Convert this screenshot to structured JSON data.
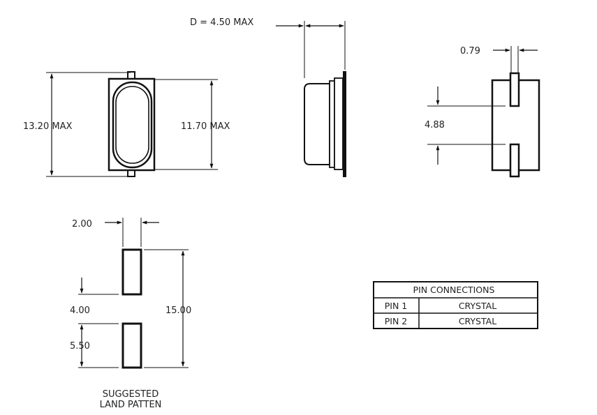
{
  "top_view": {
    "height_label": "13.20 MAX",
    "body_label": "11.70 MAX"
  },
  "side_view": {
    "depth_label": "D = 4.50 MAX"
  },
  "end_view": {
    "pin_width_label": "0.79",
    "pin_gap_label": "4.88"
  },
  "land_pattern": {
    "pad_width_label": "2.00",
    "pad_gap_label": "4.00",
    "total_label": "15.00",
    "pad_length_label": "5.50",
    "caption_line1": "SUGGESTED",
    "caption_line2": "LAND PATTEN"
  },
  "pin_table": {
    "title": "PIN CONNECTIONS",
    "rows": [
      {
        "pin": "PIN 1",
        "function": "CRYSTAL"
      },
      {
        "pin": "PIN 2",
        "function": "CRYSTAL"
      }
    ]
  },
  "colors": {
    "ink": "#111111",
    "text": "#222222",
    "background": "#ffffff"
  }
}
